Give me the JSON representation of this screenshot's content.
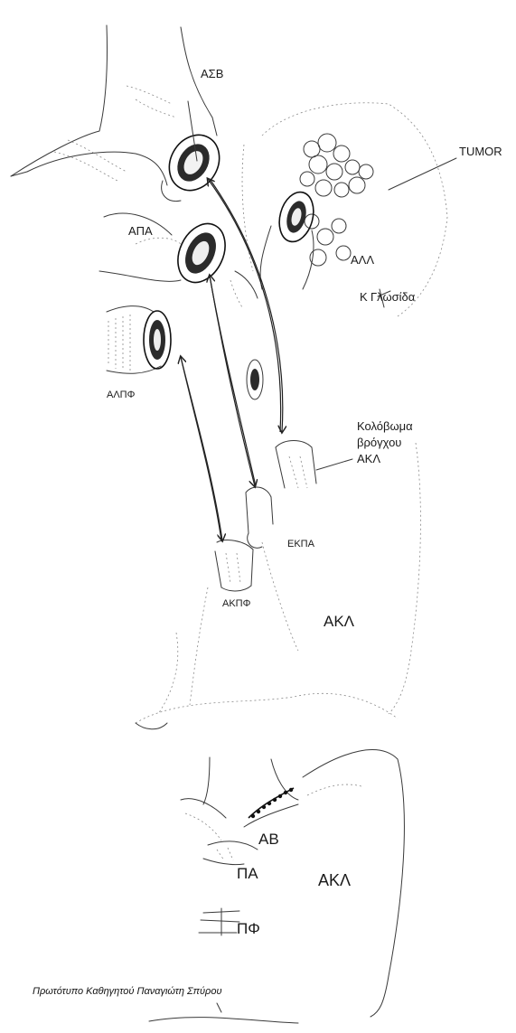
{
  "labels": {
    "asb": "ΑΣΒ",
    "tumor": "TUMOR",
    "apa": "ΑΠΑ",
    "all": "ΑΛΛ",
    "glossida": "Γλωσίδα",
    "glossida_mark": "K",
    "alpf": "ΑΛΠΦ",
    "kolovoma_line1": "Κολόβωμα",
    "kolovoma_line2": "βρόγχου",
    "kolovoma_line3": "ΑΚΛ",
    "ekpa": "ΕΚΠΑ",
    "akpf": "ΑΚΠΦ",
    "akl_upper": "ΑΚΛ",
    "av": "ΑΒ",
    "pa": "ΠΑ",
    "akl_lower": "ΑΚΛ",
    "pf": "ΠΦ"
  },
  "credit": "Πρωτότυπο Καθηγητού Παναγιώτη Σπύρου"
}
